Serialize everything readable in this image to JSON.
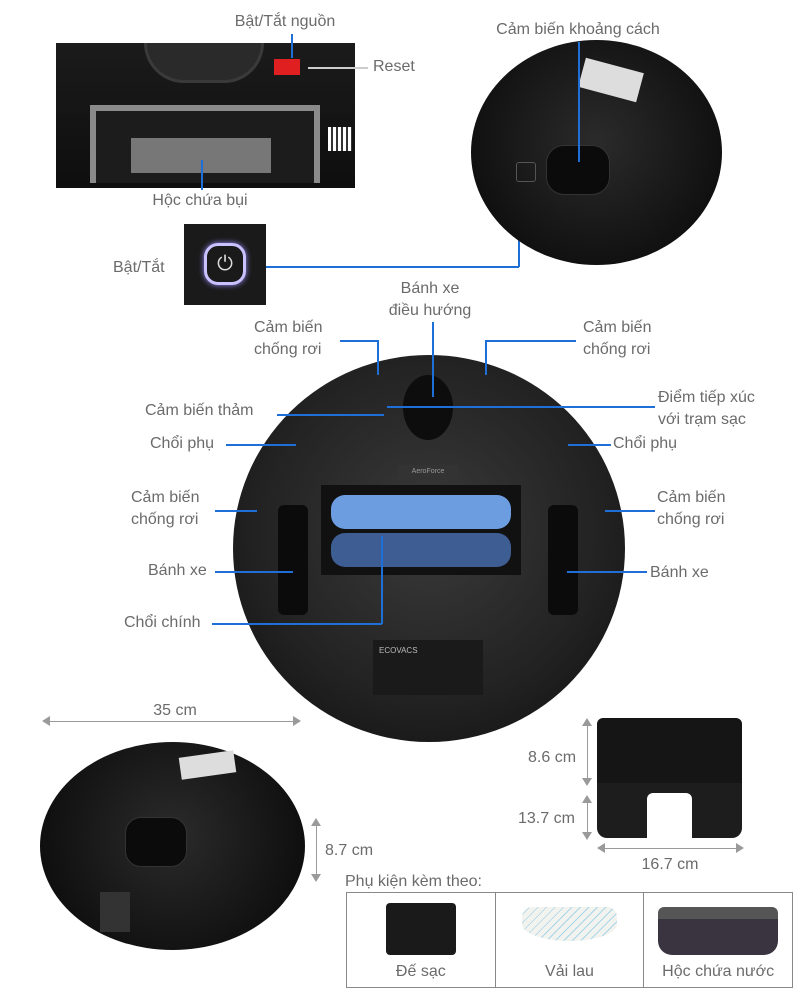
{
  "top_left": {
    "power_switch": "Bật/Tắt nguồn",
    "reset": "Reset",
    "dust_bin": "Hộc chứa bụi"
  },
  "power_button": {
    "label": "Bật/Tắt"
  },
  "top_right": {
    "distance_sensor": "Cảm biến khoảng cách"
  },
  "bottom_view": {
    "nav_wheel": "Bánh xe\nđiều hướng",
    "cliff_sensor_tl": "Cảm biến\nchống rơi",
    "cliff_sensor_tr": "Cảm biến\nchống rơi",
    "carpet_sensor": "Cảm biến thảm",
    "charging_contacts": "Điểm tiếp xúc\nvới trạm sạc",
    "side_brush_l": "Chổi phụ",
    "side_brush_r": "Chổi phụ",
    "cliff_sensor_ml": "Cảm biến\nchống rơi",
    "cliff_sensor_mr": "Cảm biến\nchống rơi",
    "wheel_l": "Bánh xe",
    "wheel_r": "Bánh xe",
    "main_brush": "Chổi chính",
    "brand": "ECOVACS",
    "aeroforce": "AeroForce"
  },
  "dimensions": {
    "robot_width": "35 cm",
    "robot_height": "8.7 cm",
    "dock_upper": "8.6 cm",
    "dock_height": "13.7 cm",
    "dock_width": "16.7 cm"
  },
  "accessories": {
    "title": "Phụ kiện kèm theo:",
    "items": [
      {
        "label": "Đế sạc"
      },
      {
        "label": "Vải lau"
      },
      {
        "label": "Hộc chứa nước"
      }
    ]
  },
  "colors": {
    "callout_line": "#1f6fd8",
    "power_switch": "#e02020"
  }
}
